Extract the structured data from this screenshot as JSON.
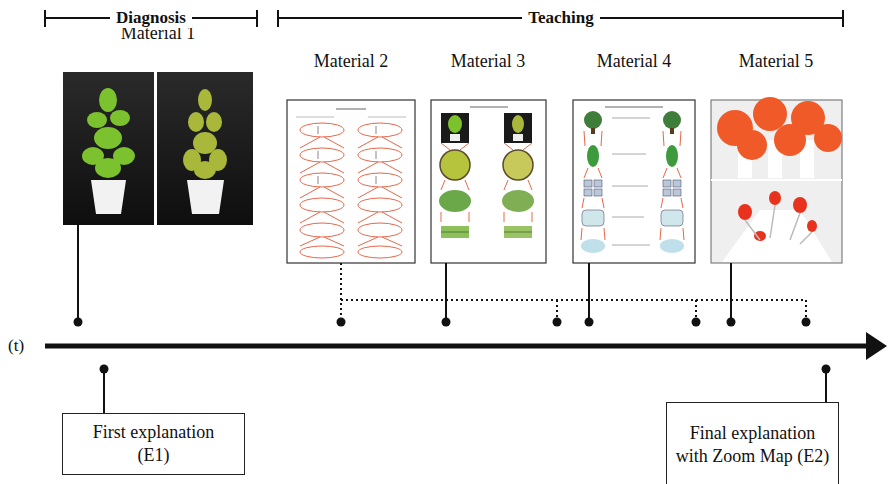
{
  "diagram": {
    "nodes": [
      {
        "text": [
          "Material 1"
        ]
      },
      {
        "text": [
          "Material 2"
        ]
      },
      {
        "text": [
          "Material 3"
        ]
      },
      {
        "text": [
          "Material 4"
        ]
      },
      {
        "text": [
          "Material 5"
        ]
      },
      {
        "text": [
          "First explanation (E1)"
        ]
      },
      {
        "text": [
          "Final explanation with Zoom Map (E2)"
        ]
      }
    ],
    "labels": [
      "Diagnosis",
      "Teaching",
      "(t)"
    ]
  }
}
